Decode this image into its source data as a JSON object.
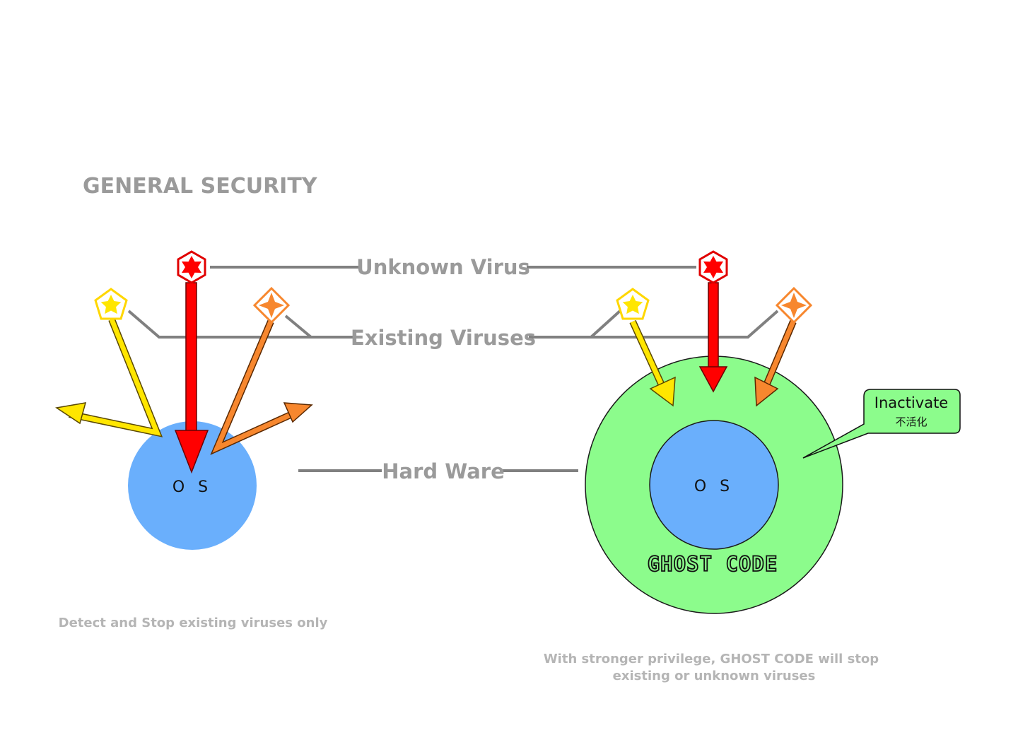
{
  "title": "GENERAL SECURITY",
  "labels": {
    "unknown_virus": "Unknown Virus",
    "existing_viruses": "Existing Viruses",
    "hardware": "Hard Ware"
  },
  "left": {
    "os_label": "O S",
    "caption": "Detect and Stop existing viruses only"
  },
  "right": {
    "os_label": "O S",
    "shield_label": "GHOST CODE",
    "callout_title": "Inactivate",
    "callout_subtitle": "不活化",
    "caption_line1": "With stronger privilege, GHOST CODE will stop",
    "caption_line2": "existing or unknown viruses"
  },
  "colors": {
    "os_blue": "#6aaffc",
    "ghost_green": "#8cfc8c",
    "unknown_red": "#ff0000",
    "existing_yellow": "#ffe600",
    "existing_orange": "#f7872e",
    "connector_gray": "#808080",
    "text_gray": "#9a9a9a"
  },
  "icons": {
    "unknown_virus": "red-hexagon-star-icon",
    "existing_virus_1": "yellow-pentagon-star-icon",
    "existing_virus_2": "orange-diamond-star-icon"
  }
}
